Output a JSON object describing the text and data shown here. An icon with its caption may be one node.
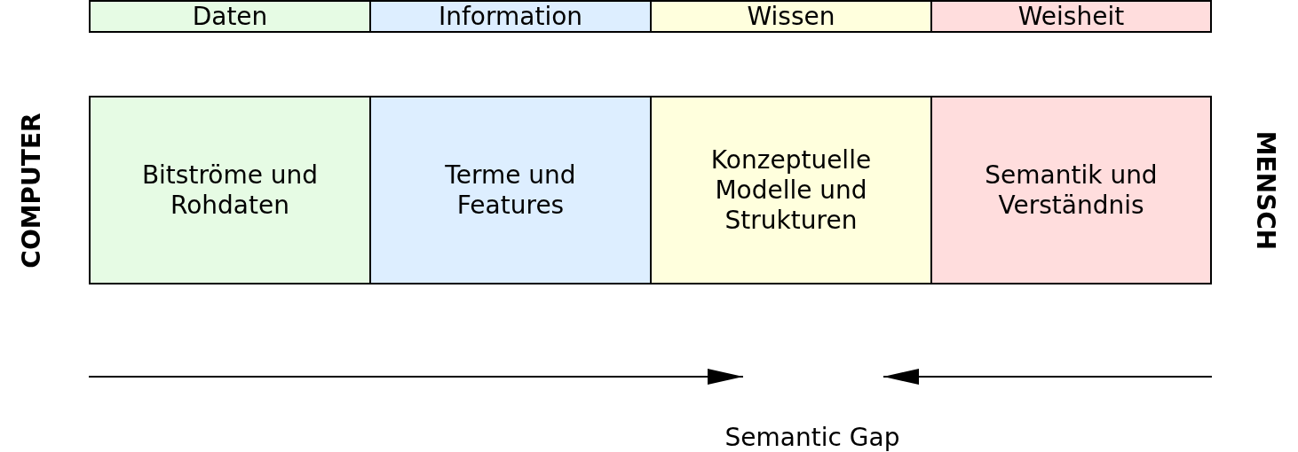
{
  "diagram": {
    "nodes": [
      {
        "text": [
          "Daten"
        ]
      },
      {
        "text": [
          "Information"
        ]
      },
      {
        "text": [
          "Wissen"
        ]
      },
      {
        "text": [
          "Weisheit"
        ]
      },
      {
        "text": [
          "Bitströme und Rohdaten"
        ]
      },
      {
        "text": [
          "Terme und Features"
        ]
      },
      {
        "text": [
          "Konzeptuelle Modelle und Strukturen"
        ]
      },
      {
        "text": [
          "Semantik und Verständnis"
        ]
      }
    ],
    "edges": [],
    "labels": [
      "COMPUTER",
      "MENSCH",
      "Semantic Gap"
    ]
  }
}
